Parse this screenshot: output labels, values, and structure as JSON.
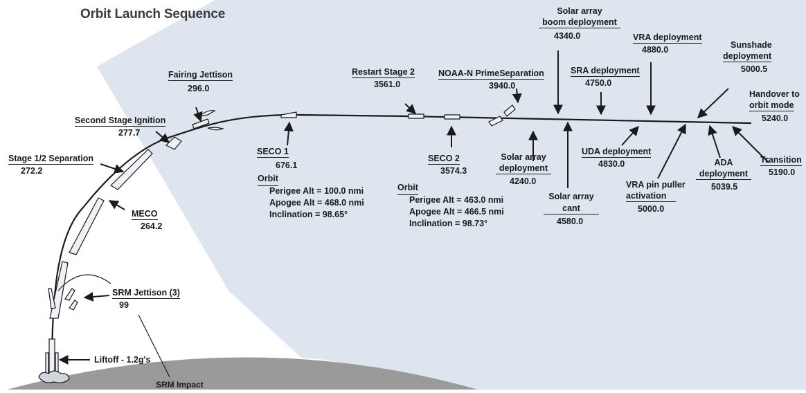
{
  "title": "Orbit Launch Sequence",
  "events": {
    "liftoff": {
      "label": "Liftoff - 1.2g's"
    },
    "srm_impact": {
      "label": "SRM Impact"
    },
    "srm_jettison": {
      "label": "SRM Jettison (3)",
      "time": "99"
    },
    "meco": {
      "label": "MECO",
      "time": "264.2"
    },
    "stage_sep": {
      "label": "Stage 1/2 Separation",
      "time": "272.2"
    },
    "second_ignition": {
      "label": "Second Stage Ignition",
      "time": "277.7"
    },
    "fairing": {
      "label": "Fairing Jettison",
      "time": "296.0"
    },
    "seco1": {
      "label": "SECO 1",
      "time": "676.1"
    },
    "restart2": {
      "label": "Restart Stage 2",
      "time": "3561.0"
    },
    "seco2": {
      "label": "SECO 2",
      "time": "3574.3"
    },
    "noaa_sep": {
      "label": "NOAA-N PrimeSeparation",
      "time": "3940.0"
    },
    "solar_deploy": {
      "label_line1": "Solar array",
      "label_line2": "deployment",
      "time": "4240.0"
    },
    "boom_deploy": {
      "label_line1": "Solar array",
      "label_line2": "boom deployment",
      "time": "4340.0"
    },
    "cant": {
      "label_line1": "Solar array",
      "label_line2": "cant",
      "time": "4580.0"
    },
    "sra": {
      "label": "SRA deployment",
      "time": "4750.0"
    },
    "uda": {
      "label": "UDA deployment",
      "time": "4830.0"
    },
    "vra": {
      "label": "VRA deployment",
      "time": "4880.0"
    },
    "vra_pin": {
      "label_line1": "VRA pin puller",
      "label_line2": "activation",
      "time": "5000.0"
    },
    "sunshade": {
      "label_line1": "Sunshade",
      "label_line2": "deployment",
      "time": "5000.5"
    },
    "ada": {
      "label_line1": "ADA",
      "label_line2": "deployment",
      "time": "5039.5"
    },
    "transition": {
      "label": "Transition",
      "time": "5190.0"
    },
    "handover": {
      "label_line1": "Handover to",
      "label_line2": "orbit mode",
      "time": "5240.0"
    }
  },
  "orbit1": {
    "heading": "Orbit",
    "perigee": "Perigee Alt = 100.0 nmi",
    "apogee": "Apogee Alt = 468.0 nmi",
    "inclination": "Inclination = 98.65°"
  },
  "orbit2": {
    "heading": "Orbit",
    "perigee": "Perigee Alt = 463.0 nmi",
    "apogee": "Apogee Alt = 466.5 nmi",
    "inclination": "Inclination = 98.73°"
  },
  "colors": {
    "sky": "#dde6ef",
    "ground": "#9a9a9a",
    "ink": "#1a1a1a"
  }
}
